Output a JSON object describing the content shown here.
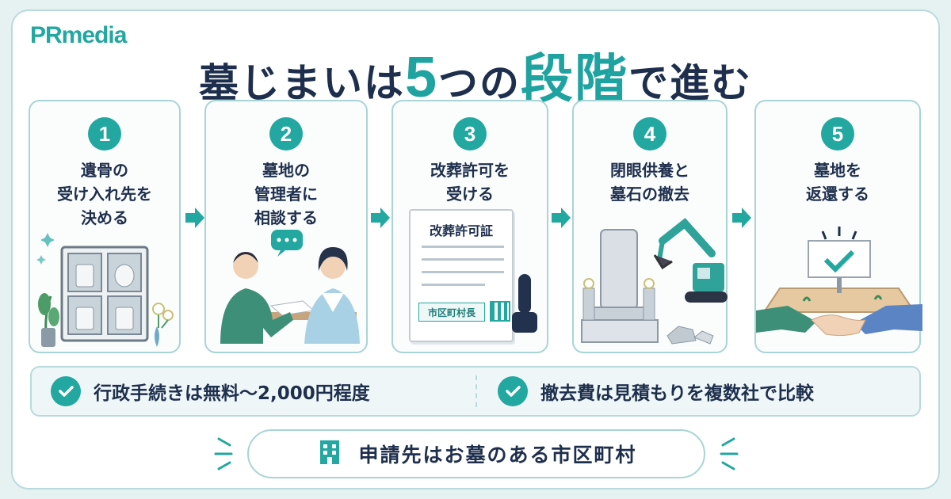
{
  "brand": {
    "logo_text": "PRmedia"
  },
  "title": {
    "part1": "墓じまいは",
    "number": "5",
    "part2": "つの",
    "accent": "段階",
    "part3": "で進む"
  },
  "steps": [
    {
      "number": "1",
      "label": "遺骨の\n受け入れ先を\n決める"
    },
    {
      "number": "2",
      "label": "墓地の\n管理者に\n相談する"
    },
    {
      "number": "3",
      "label": "改葬許可を\n受ける",
      "document_title": "改葬許可証",
      "document_stamp": "市区町村長"
    },
    {
      "number": "4",
      "label": "閉眼供養と\n墓石の撤去"
    },
    {
      "number": "5",
      "label": "墓地を\n返還する"
    }
  ],
  "notes": [
    "行政手続きは無料～2,000円程度",
    "撤去費は見積もりを複数社で比較"
  ],
  "footer": {
    "text": "申請先はお墓のある市区町村"
  },
  "colors": {
    "accent": "#23a7a1",
    "navy": "#1e2f4d",
    "border": "#a9d4d7"
  },
  "icons": [
    "check-icon",
    "building-icon",
    "chevron-right-icon"
  ]
}
